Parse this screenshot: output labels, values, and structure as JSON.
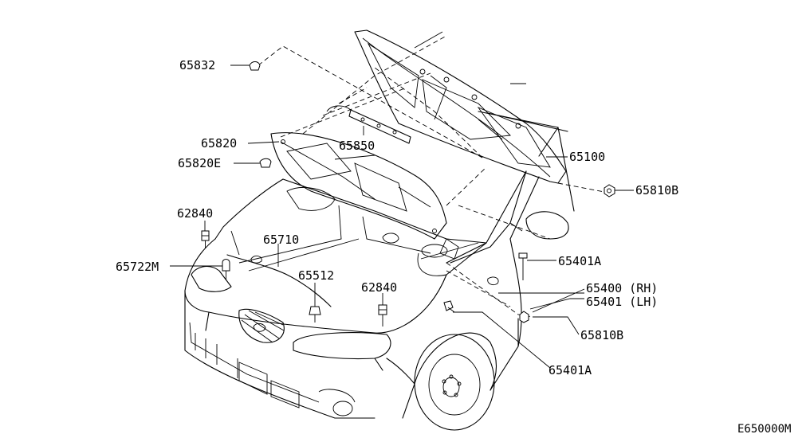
{
  "diagram_code": "E650000M",
  "parts": {
    "p65832": "65832",
    "p65820": "65820",
    "p65820E": "65820E",
    "p65850": "65850",
    "p65100": "65100",
    "p65810B_top": "65810B",
    "p62840_left": "62840",
    "p65710": "65710",
    "p65722M": "65722M",
    "p65512": "65512",
    "p62840_mid": "62840",
    "p65401A_top": "65401A",
    "p65400": "65400 (RH)",
    "p65401": "65401 (LH)",
    "p65810B_bottom": "65810B",
    "p65401A_bottom": "65401A"
  }
}
